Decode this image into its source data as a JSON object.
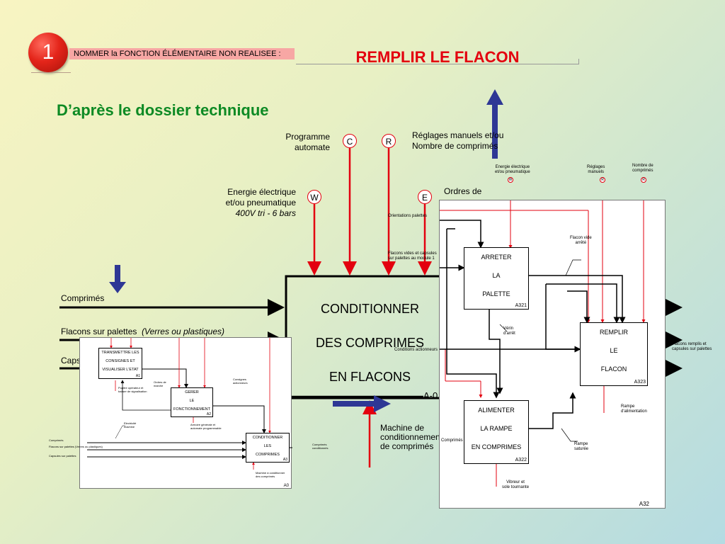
{
  "header": {
    "step_number": "1",
    "question": "NOMMER la FONCTION ÉLÉMENTAIRE NON REALISEE :",
    "answer": "REMPLIR LE FLACON",
    "subtitle": "D’après le dossier technique"
  },
  "colors": {
    "accent_red": "#e3000f",
    "subtitle_green": "#0d8a24",
    "arrow_blue": "#2e3795",
    "banner_pink": "#f7a7a4"
  },
  "diagram_a0": {
    "title_lines": [
      "CONDITIONNER",
      "DES COMPRIMES",
      "EN FLACONS"
    ],
    "code": "A-0",
    "inputs": [
      "Comprimés",
      "Flacons sur palettes",
      "Caps"
    ],
    "input_flacons_note": "(Verres ou plastiques)",
    "controls": {
      "programme": [
        "Programme",
        "automate"
      ],
      "reglages": [
        "Réglages manuels et/ou",
        "Nombre de comprimés"
      ],
      "energie": [
        "Energie électrique",
        "et/ou pneumatique",
        "400V tri - 6 bars"
      ],
      "ordres": "Ordres de"
    },
    "letters": {
      "c": "C",
      "r": "R",
      "w": "W",
      "e": "E"
    },
    "mechanism": [
      "Machine de",
      "conditionnement",
      "de comprimés"
    ]
  },
  "panel_a32": {
    "code": "A32",
    "top_labels": {
      "energie": [
        "Energie électrique",
        "et/ou pneumatique"
      ],
      "reglages": [
        "Réglages",
        "manuels"
      ],
      "nombre": [
        "Nombre de",
        "comprimés"
      ],
      "w": "W",
      "r1": "R",
      "r2": "R"
    },
    "box_arreter": {
      "lines": [
        "ARRETER",
        "LA",
        "PALETTE"
      ],
      "code": "A321"
    },
    "box_remplir": {
      "lines": [
        "REMPLIR",
        "LE",
        "FLACON"
      ],
      "code": "A323"
    },
    "box_alimenter": {
      "lines": [
        "ALIMENTER",
        "LA RAMPE",
        "EN COMPRIMES"
      ],
      "code": "A322"
    },
    "labels": {
      "orientations": "Orientations palettes",
      "flacons_vides": [
        "Flacons vides et capsules",
        "sur palettes au module 1"
      ],
      "flacon_vide_arrete": [
        "Flacon vide",
        "arrêté"
      ],
      "verin": [
        "Vérin",
        "d'arrêt"
      ],
      "conditions": "Conditions actionneurs",
      "flacons_remplis": [
        "Flacons remplis et",
        "capsules sur palettes"
      ],
      "rampe_alim": [
        "Rampe",
        "d'alimentation"
      ],
      "rampe_saturee": [
        "Rampe",
        "saturée"
      ],
      "vibreur": [
        "Vibreur et",
        "sole tournante"
      ],
      "comprimes": "Comprimés"
    }
  },
  "panel_a0": {
    "code": "A0",
    "box_transmettre": {
      "lines": [
        "TRANSMETTRE LES",
        "CONSIGNES ET",
        "VISUALISER L'ETAT"
      ],
      "code": "A1"
    },
    "box_gerer": {
      "lines": [
        "GERER",
        "LE",
        "FONCTIONNEMENT"
      ],
      "code": "A2"
    },
    "box_conditionner": {
      "lines": [
        "CONDITIONNER",
        "LES",
        "COMPRIMES"
      ],
      "code": "A3"
    },
    "labels": {
      "inputs": [
        "Comprimés",
        "Flacons sur palettes (Verres ou plastiques)",
        "Capsules sur palettes"
      ],
      "pupitre": [
        "Pupitre opérateur et",
        "baliser de signalisation"
      ],
      "ordres_marche": [
        "Ordres de",
        "marche"
      ],
      "consignes": [
        "Consignes",
        "actionneurs"
      ],
      "automate": [
        "Armoire générale et",
        "automate programmable"
      ],
      "electricite": [
        "Electricité",
        "machine"
      ],
      "comprimes_cond": [
        "Comprimés",
        "conditionnés"
      ],
      "machine": [
        "Machine à conditionner",
        "des comprimés"
      ]
    }
  }
}
